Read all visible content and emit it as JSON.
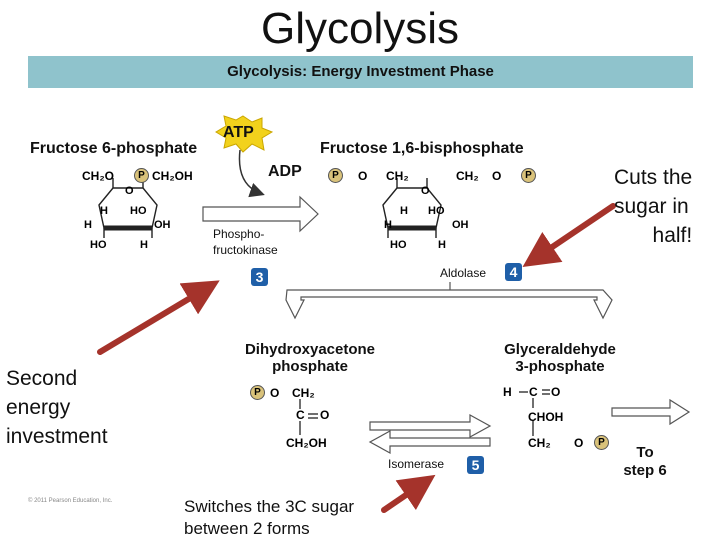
{
  "page_title": "Glycolysis",
  "figure": {
    "banner_title": "Glycolysis: Energy Investment Phase",
    "substrate": "Fructose 6-phosphate",
    "atp": "ATP",
    "adp": "ADP",
    "product": "Fructose 1,6-bisphosphate",
    "enzyme_kinase_line1": "Phospho-",
    "enzyme_kinase_line2": "fructokinase",
    "step3": "3",
    "aldolase": "Aldolase",
    "step4": "4",
    "dhap_line1": "Dihydroxyacetone",
    "dhap_line2": "phosphate",
    "g3p_line1": "Glyceraldehyde",
    "g3p_line2": "3-phosphate",
    "isomerase": "Isomerase",
    "step5": "5",
    "copyright": "© 2011 Pearson Education, Inc.",
    "f6p_structure": {
      "ch2o": "CH₂O",
      "p": "P",
      "ch2oh": "CH₂OH",
      "ring_o": "O",
      "h_left": "H",
      "ho_top": "HO",
      "h_mid": "H",
      "oh_right": "OH",
      "ho_bottom": "HO",
      "h_bottom": "H"
    },
    "f16bp_structure": {
      "p_left": "P",
      "o_left": "O",
      "ch2_left": "CH₂",
      "ch2_right": "CH₂",
      "o_right": "O",
      "p_right": "P",
      "ring_o": "O",
      "h_left": "H",
      "ho_top": "HO",
      "h_mid": "H",
      "oh_right": "OH",
      "ho_bottom": "HO",
      "h_bottom": "H"
    },
    "dhap_structure": {
      "p": "P",
      "o": "O",
      "ch2": "CH₂",
      "c": "C",
      "o_double": "O",
      "ch2oh": "CH₂OH"
    },
    "g3p_structure": {
      "h": "H",
      "c": "C",
      "o_double": "O",
      "choh": "CHOH",
      "ch2": "CH₂",
      "o": "O",
      "p": "P"
    }
  },
  "annotations": {
    "cuts_line1": "Cuts the",
    "cuts_line2": "sugar in",
    "cuts_line3": "half!",
    "second_line1": "Second",
    "second_line2": "energy",
    "second_line3": "investment",
    "switches_line1": "Switches the 3C sugar",
    "switches_line2": "between 2 forms",
    "to_step_line1": "To",
    "to_step_line2": "step 6"
  },
  "colors": {
    "banner": "#8fc3cc",
    "atp_burst": "#f2d21c",
    "phosphate": "#d9c27a",
    "step_badge": "#1f5fa8",
    "callout_arrow": "#a5332b",
    "bond_red": "#cc2a1e"
  }
}
